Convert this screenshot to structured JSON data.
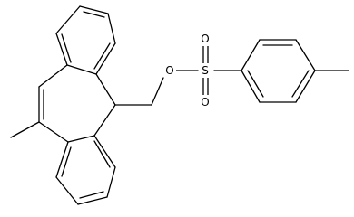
{
  "figure": {
    "kind": "chemical-structure",
    "atom_labels": {
      "oxygen_ether": "O",
      "sulfur": "S",
      "oxygen_sulfonyl_top": "O",
      "oxygen_sulfonyl_bottom": "O"
    },
    "colors": {
      "bond": "#000000",
      "background": "#ffffff"
    }
  }
}
